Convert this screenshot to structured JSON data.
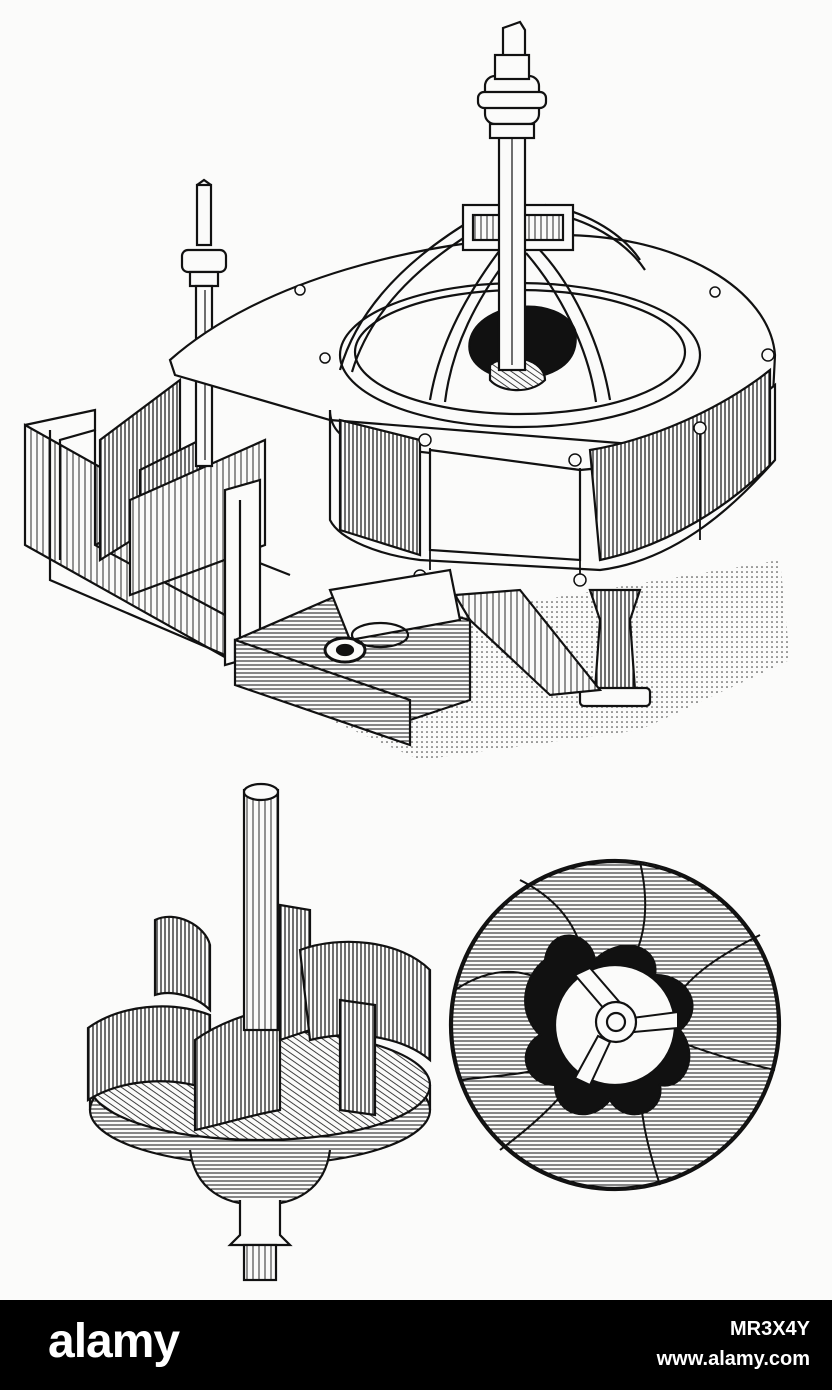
{
  "footer": {
    "logo": "alamy",
    "image_id": "MR3X4Y",
    "site": "www.alamy.com"
  },
  "colors": {
    "ink": "#111111",
    "paper": "#fbfbfa",
    "footer_bg": "#000000",
    "footer_text": "#ffffff"
  }
}
